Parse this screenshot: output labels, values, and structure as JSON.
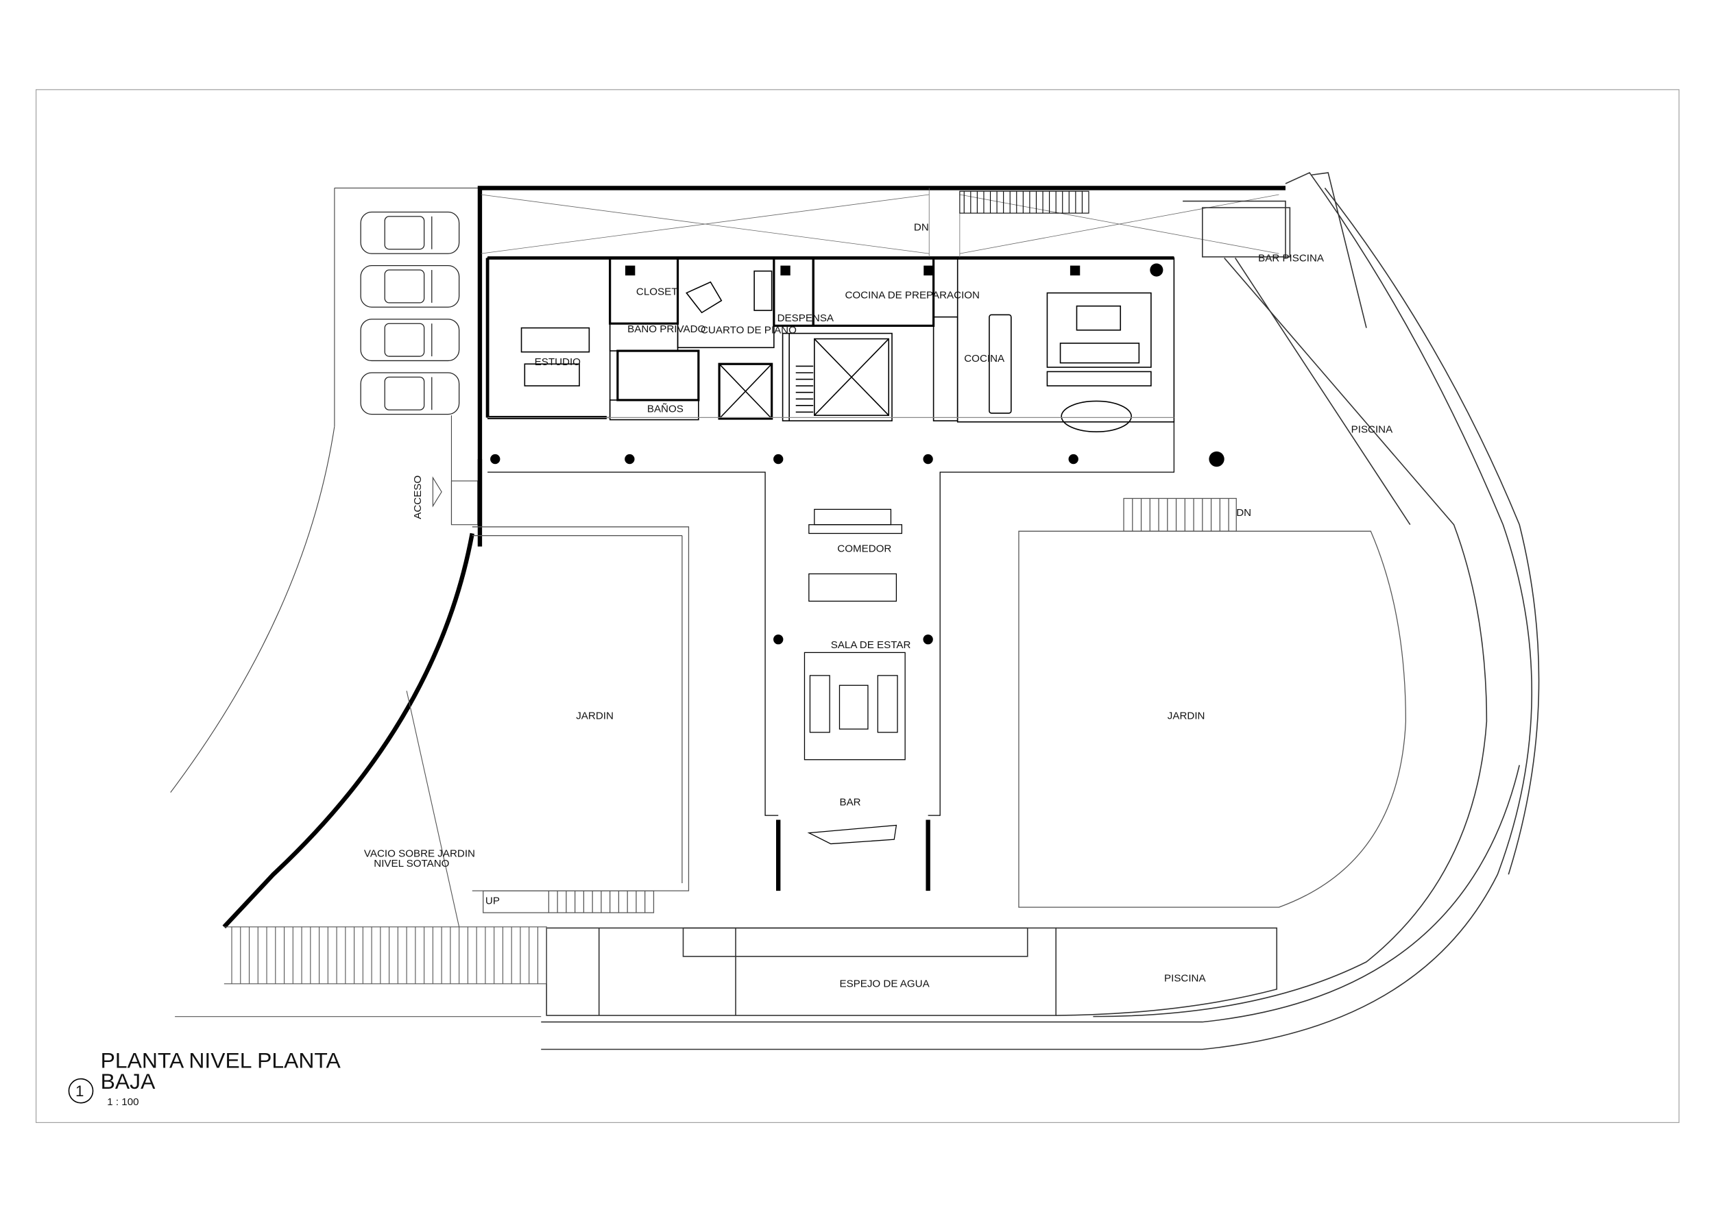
{
  "rooms": {
    "estudio": "ESTUDIO",
    "closet": "CLOSET",
    "bano_privado": "BAÑO PRIVADO",
    "banos": "BAÑOS",
    "cuarto_piano": "CUARTO DE PIANO",
    "despensa": "DESPENSA",
    "cocina_preparacion": "COCINA DE PREPARACION",
    "cocina": "COCINA",
    "bar_piscina": "BAR PISCINA",
    "piscina_right": "PISCINA",
    "comedor": "COMEDOR",
    "sala_estar": "SALA DE ESTAR",
    "bar": "BAR",
    "jardin_left": "JARDIN",
    "jardin_right": "JARDIN",
    "vacio_line1": "VACIO SOBRE JARDIN",
    "vacio_line2": "NIVEL SOTANO",
    "espejo_agua": "ESPEJO DE AGUA",
    "piscina_bottom": "PISCINA",
    "acceso": "ACCESO"
  },
  "stairs": {
    "dn_top": "DN",
    "dn_right": "DN",
    "up_bottom": "UP"
  },
  "title_block": {
    "number": "1",
    "title_line1": "PLANTA NIVEL PLANTA",
    "title_line2": "BAJA",
    "scale": "1 : 100"
  }
}
